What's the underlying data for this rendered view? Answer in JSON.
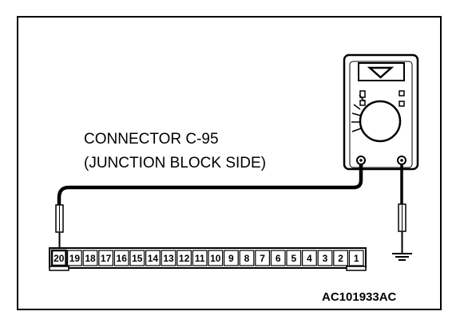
{
  "diagram": {
    "connector_label_line1": "CONNECTOR C-95",
    "connector_label_line2": "(JUNCTION BLOCK SIDE)",
    "figure_code": "AC101933AC",
    "pins": [
      "20",
      "19",
      "18",
      "17",
      "16",
      "15",
      "14",
      "13",
      "12",
      "11",
      "10",
      "9",
      "8",
      "7",
      "6",
      "5",
      "4",
      "3",
      "2",
      "1"
    ],
    "probe_pin": "20"
  }
}
